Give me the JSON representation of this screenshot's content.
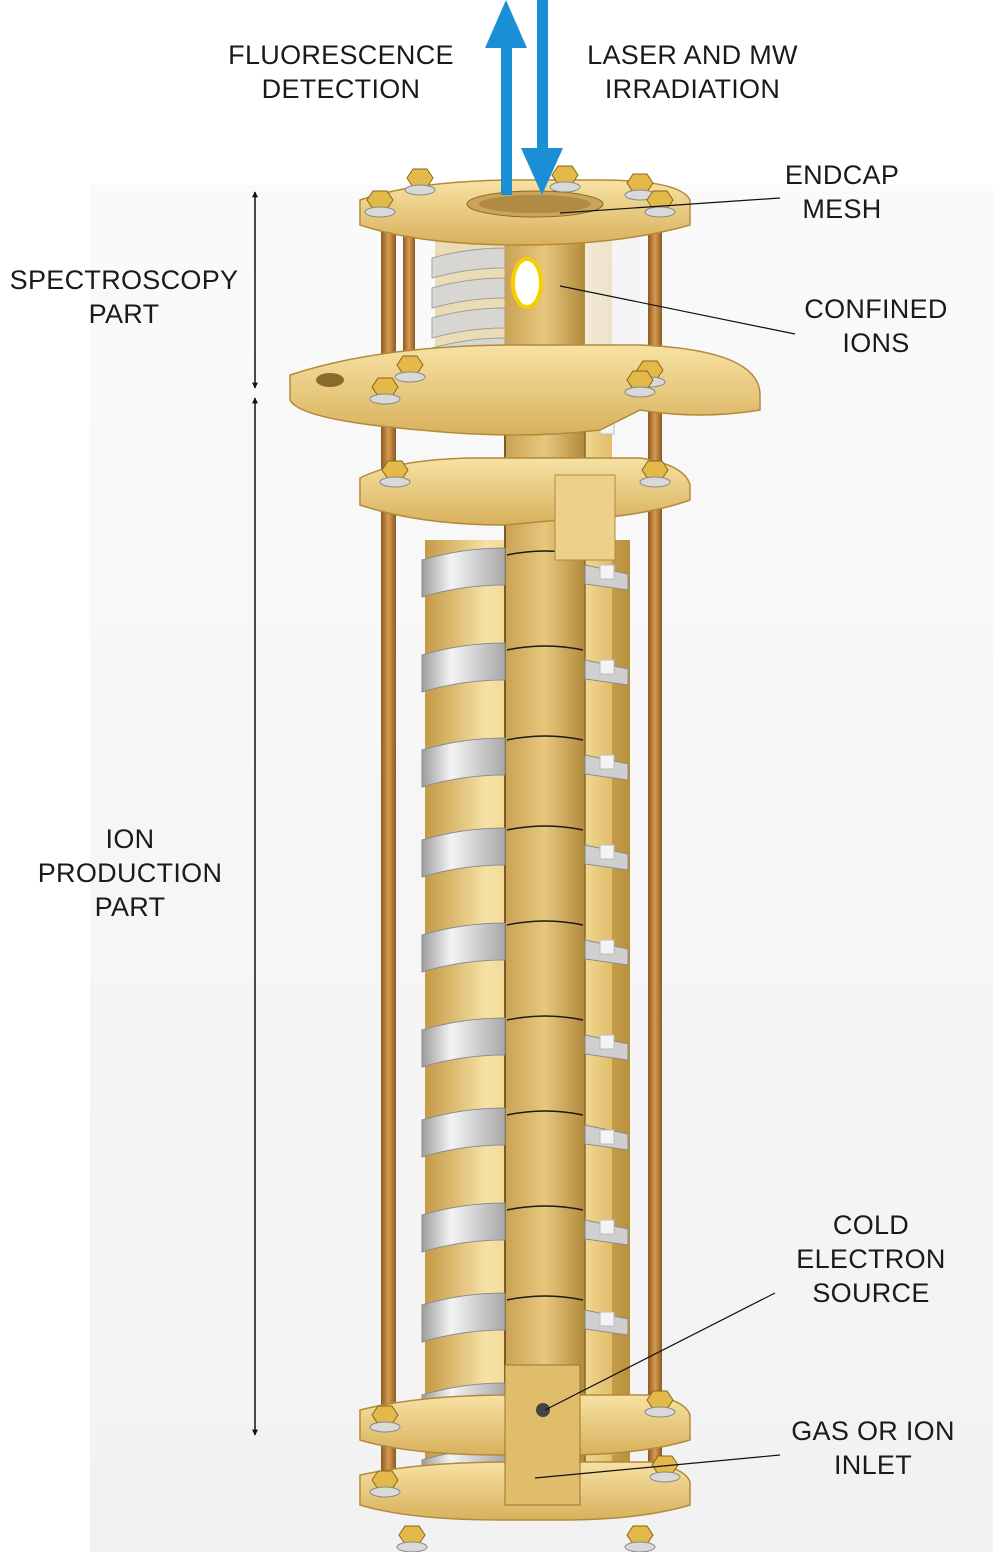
{
  "labels": {
    "fluorescence": [
      "FLUORESCENCE",
      "DETECTION"
    ],
    "laser": [
      "LASER AND MW",
      "IRRADIATION"
    ],
    "endcap": [
      "ENDCAP",
      "MESH"
    ],
    "spectroscopy": [
      "SPECTROSCOPY",
      "PART"
    ],
    "confined": [
      "CONFINED",
      "IONS"
    ],
    "ion_production": [
      "ION",
      "PRODUCTION",
      "PART"
    ],
    "cold_electron": [
      "COLD",
      "ELECTRON",
      "SOURCE"
    ],
    "gas_inlet": [
      "GAS OR ION",
      "INLET"
    ]
  },
  "colors": {
    "gold": "#e9c878",
    "gold_dark": "#b88f3a",
    "gold_light": "#f8e6ad",
    "silver": "#d9d9d9",
    "arrow_blue": "#1b8fd6",
    "ion_cloud": "#f5d000"
  }
}
